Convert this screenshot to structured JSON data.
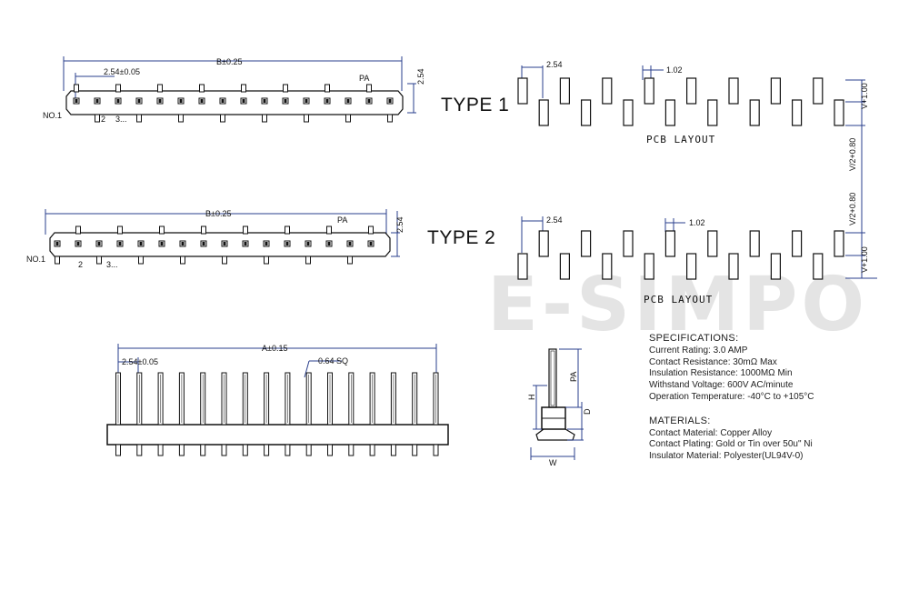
{
  "type1_label": "TYPE 1",
  "type2_label": "TYPE 2",
  "watermark": "E-SIMPO",
  "pcb_layout_label": "PCB LAYOUT",
  "dims": {
    "b_dim": "B±0.25",
    "pitch_tol": "2.54±0.05",
    "pa": "PA",
    "h254": "2.54",
    "no1": "NO.1",
    "pin2": "2",
    "pin3": "3...",
    "pcb_pitch": "2.54",
    "pcb_102": "1.02",
    "v_plus": "V+1.00",
    "v_half": "V/2+0.80",
    "a_dim": "A±0.15",
    "sq": "0.64 SQ",
    "side_pa": "PA",
    "side_h": "H",
    "side_d": "D",
    "side_w": "W"
  },
  "specifications": {
    "title": "SPECIFICATIONS:",
    "items": [
      "Current Rating: 3.0 AMP",
      "Contact Resistance: 30mΩ Max",
      "Insulation Resistance: 1000MΩ Min",
      "Withstand Voltage: 600V AC/minute",
      "Operation Temperature: -40°C to +105°C"
    ]
  },
  "materials": {
    "title": "MATERIALS:",
    "items": [
      "Contact Material: Copper Alloy",
      "Contact Plating: Gold or Tin over 50u\" Ni",
      "Insulator Material: Polyester(UL94V-0)"
    ]
  }
}
